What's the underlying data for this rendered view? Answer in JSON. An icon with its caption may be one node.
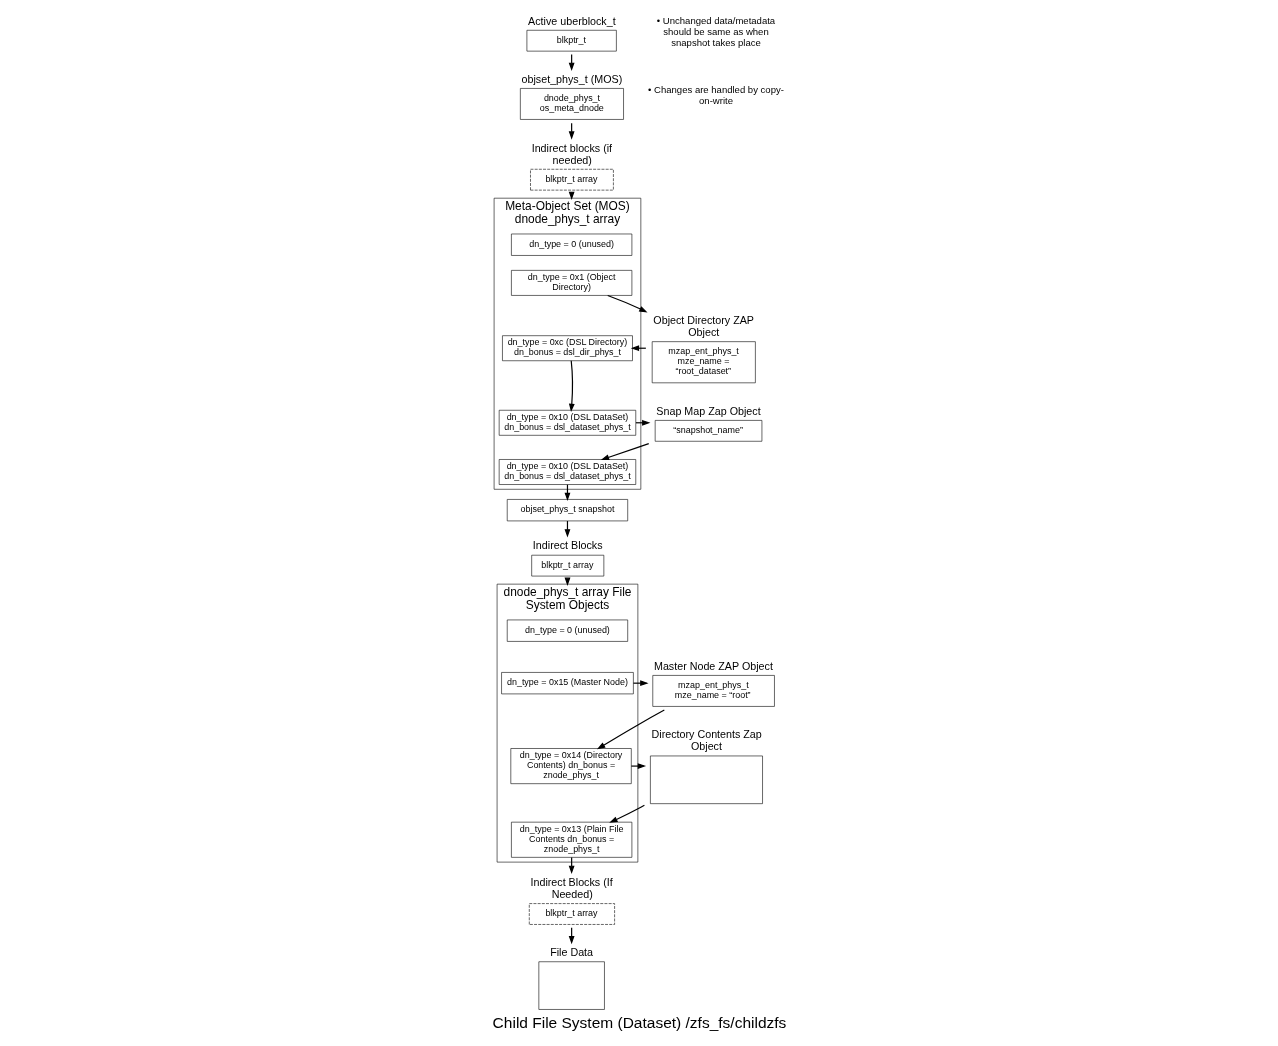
{
  "diagram": {
    "caption": "Child File System (Dataset) /zfs_fs/childzfs",
    "nodes": [
      {
        "text": [
          "blkptr_t"
        ],
        "beside": [
          "Active uberblock_t"
        ]
      },
      {
        "text": [
          "dnode_phys_t os_meta_dnode"
        ],
        "beside": [
          "objset_phys_t (MOS)"
        ]
      },
      {
        "text": [
          "blkptr_t array"
        ],
        "beside": [
          "Indirect blocks (if needed)"
        ]
      },
      {
        "text": [
          "Meta-Object Set (MOS) dnode_phys_t array"
        ]
      },
      {
        "text": [
          "dn_type = 0 (unused)"
        ],
        "in": 3
      },
      {
        "text": [
          "dn_type = 0x1 (Object Directory)"
        ],
        "in": 3
      },
      {
        "text": [
          "dn_type = 0xc (DSL Directory) dn_bonus = dsl_dir_phys_t"
        ],
        "in": 3
      },
      {
        "text": [
          "dn_type = 0x10 (DSL DataSet) dn_bonus = dsl_dataset_phys_t"
        ],
        "in": 3
      },
      {
        "text": [
          "dn_type = 0x10 (DSL DataSet) dn_bonus = dsl_dataset_phys_t"
        ],
        "in": 3
      },
      {
        "text": [
          "mzap_ent_phys_t mze_name = “root_dataset”"
        ],
        "beside": [
          "Object Directory ZAP Object"
        ]
      },
      {
        "text": [
          "“snapshot_name”"
        ],
        "beside": [
          "Snap Map Zap Object"
        ]
      },
      {
        "text": [
          "objset_phys_t snapshot"
        ]
      },
      {
        "text": [
          "blkptr_t array"
        ],
        "beside": [
          "Indirect Blocks"
        ]
      },
      {
        "text": [
          "dnode_phys_t array File System Objects"
        ]
      },
      {
        "text": [
          "dn_type = 0 (unused)"
        ],
        "in": 13
      },
      {
        "text": [
          "dn_type = 0x15 (Master Node)"
        ],
        "in": 13
      },
      {
        "text": [
          "dn_type = 0x14 (Directory Contents) dn_bonus = znode_phys_t"
        ],
        "in": 13
      },
      {
        "text": [
          "dn_type = 0x13 (Plain File Contents dn_bonus = znode_phys_t"
        ],
        "in": 13
      },
      {
        "text": [
          "mzap_ent_phys_t mze_name = “root”"
        ],
        "beside": [
          "Master Node ZAP Object"
        ]
      },
      {
        "text": [],
        "shape": "box",
        "beside": [
          "Directory Contents Zap Object"
        ]
      },
      {
        "text": [
          "blkptr_t array"
        ],
        "beside": [
          "Indirect Blocks (If Needed)"
        ]
      },
      {
        "text": [],
        "shape": "box",
        "beside": [
          "File Data"
        ]
      }
    ],
    "edges": [
      {
        "from": 0,
        "to": 1,
        "arrow": "to"
      },
      {
        "from": 1,
        "to": 2,
        "arrow": "to"
      },
      {
        "from": 2,
        "to": 3,
        "arrow": "to"
      },
      {
        "from": 5,
        "to": 9,
        "arrow": "to"
      },
      {
        "from": 9,
        "to": 6,
        "arrow": "to"
      },
      {
        "from": 6,
        "to": 7,
        "arrow": "to"
      },
      {
        "from": 7,
        "to": 10,
        "arrow": "to"
      },
      {
        "from": 10,
        "to": 8,
        "arrow": "to"
      },
      {
        "from": 8,
        "to": 11,
        "arrow": "to"
      },
      {
        "from": 11,
        "to": 12,
        "arrow": "to"
      },
      {
        "from": 12,
        "to": 13,
        "arrow": "to"
      },
      {
        "from": 15,
        "to": 18,
        "arrow": "to"
      },
      {
        "from": 18,
        "to": 16,
        "arrow": "to"
      },
      {
        "from": 16,
        "to": 19,
        "arrow": "to"
      },
      {
        "from": 19,
        "to": 17,
        "arrow": "to"
      },
      {
        "from": 17,
        "to": 20,
        "arrow": "to"
      },
      {
        "from": 20,
        "to": 21,
        "arrow": "to"
      }
    ],
    "labels": [
      "• Unchanged data/metadata should be same as when snapshot takes place",
      "• Changes are handled by copy-on-write"
    ]
  }
}
